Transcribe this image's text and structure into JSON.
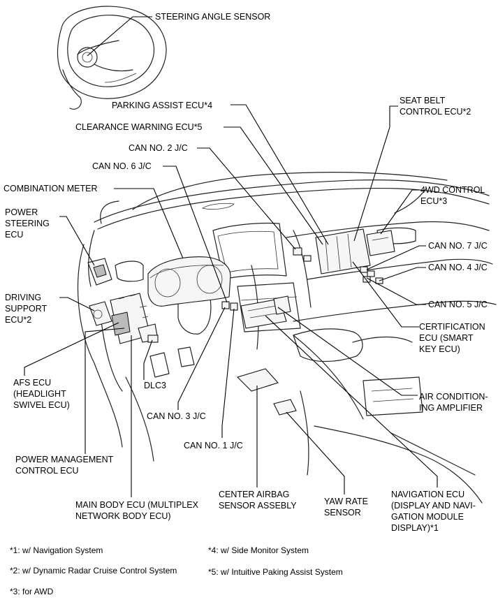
{
  "labels": {
    "steering_angle_sensor": "STEERING ANGLE SENSOR",
    "parking_assist_ecu": "PARKING ASSIST ECU*4",
    "seat_belt_control_ecu": "SEAT BELT\nCONTROL ECU*2",
    "clearance_warning_ecu": "CLEARANCE WARNING ECU*5",
    "can_no2": "CAN NO. 2 J/C",
    "can_no6": "CAN NO. 6 J/C",
    "combination_meter": "COMBINATION METER",
    "fourwd_control_ecu": "4WD CONTROL\nECU*3",
    "power_steering_ecu": "POWER\nSTEERING\nECU",
    "can_no7": "CAN NO. 7 J/C",
    "can_no4": "CAN NO. 4 J/C",
    "driving_support_ecu": "DRIVING\nSUPPORT\nECU*2",
    "can_no5": "CAN NO. 5 J/C",
    "certification_ecu": "CERTIFICATION\nECU (SMART\nKEY ECU)",
    "afs_ecu": "AFS ECU\n(HEADLIGHT\nSWIVEL ECU)",
    "dlc3": "DLC3",
    "air_conditioning_amplifier": "AIR CONDITION-\nING AMPLIFIER",
    "can_no3": "CAN NO. 3 J/C",
    "can_no1": "CAN NO. 1 J/C",
    "power_management_ecu": "POWER MANAGEMENT\nCONTROL ECU",
    "center_airbag_sensor": "CENTER AIRBAG\nSENSOR ASSEBLY",
    "yaw_rate_sensor": "YAW RATE\nSENSOR",
    "navigation_ecu": "NAVIGATION ECU\n(DISPLAY AND NAVI-\nGATION MODULE\nDISPLAY)*1",
    "main_body_ecu": "MAIN BODY ECU (MULTIPLEX\nNETWORK BODY ECU)"
  },
  "footnotes": {
    "n1": "*1: w/ Navigation System",
    "n2": "*2: w/ Dynamic Radar Cruise Control System",
    "n3": "*3: for AWD",
    "n4": "*4: w/ Side Monitor System",
    "n5": "*5: w/ Intuitive Paking Assist System"
  }
}
